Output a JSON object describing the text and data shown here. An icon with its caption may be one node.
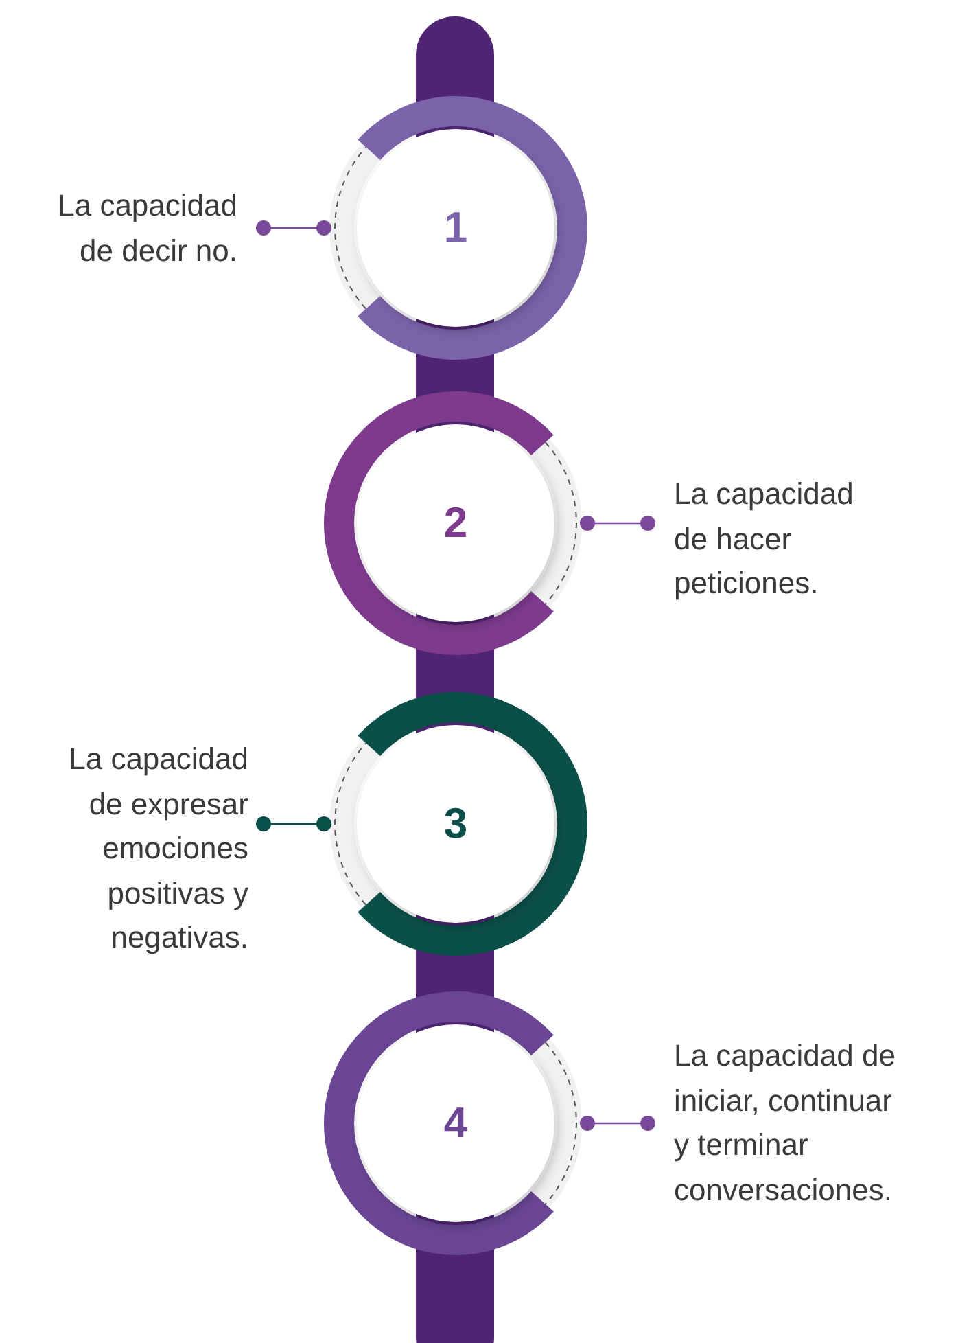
{
  "diagram": {
    "nodes": [
      {
        "text": [
          "La capacidad de decir no."
        ]
      },
      {
        "text": [
          "1"
        ]
      },
      {
        "text": [
          "2"
        ]
      },
      {
        "text": [
          "La capacidad de hacer peticiones."
        ]
      },
      {
        "text": [
          "La capacidad de expresar emociones positivas y negativas."
        ]
      },
      {
        "text": [
          "3"
        ]
      },
      {
        "text": [
          "4"
        ]
      },
      {
        "text": [
          "La capacidad de iniciar, continuar y terminar conversaciones."
        ]
      }
    ],
    "edges": [
      {
        "from": 0,
        "to": 1,
        "arrow": "other"
      },
      {
        "from": 3,
        "to": 2,
        "arrow": "other"
      },
      {
        "from": 4,
        "to": 5,
        "arrow": "other",
        "color": "#0b5048"
      },
      {
        "from": 7,
        "to": 6,
        "arrow": "other"
      }
    ]
  }
}
